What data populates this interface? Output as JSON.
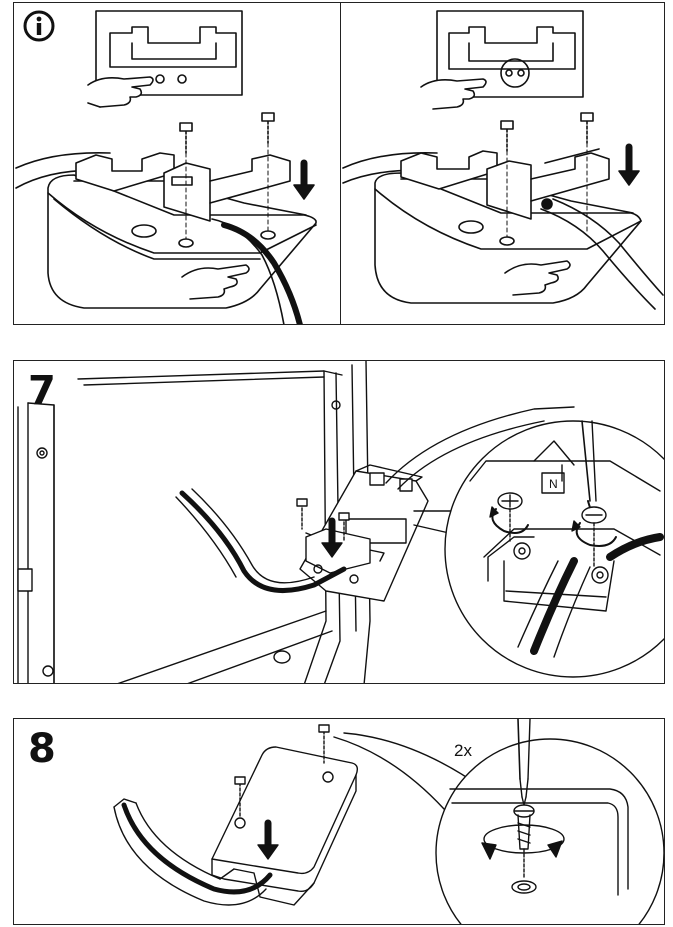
{
  "info_panel": {
    "icon": "info-icon"
  },
  "steps": [
    {
      "number": "7"
    },
    {
      "number": "8",
      "repeat_label": "2x"
    }
  ],
  "colors": {
    "line": "#111111",
    "fill": "#ffffff",
    "shade": "#e8e8e8"
  }
}
